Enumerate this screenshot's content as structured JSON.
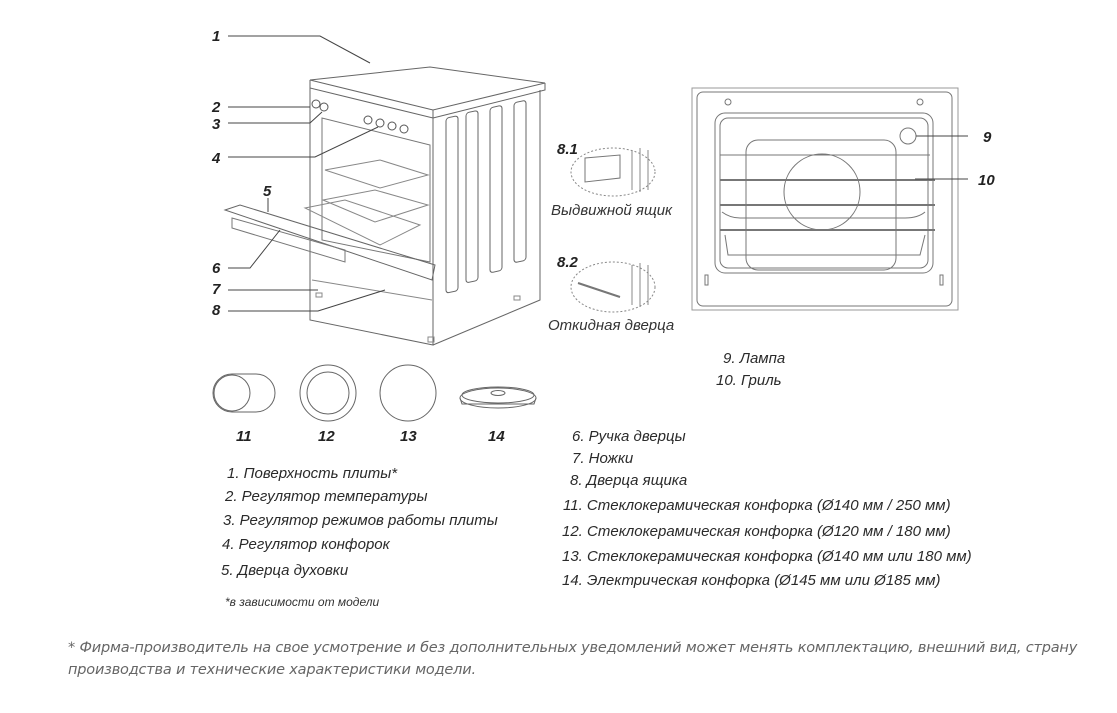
{
  "callouts": {
    "c1": "1",
    "c2": "2",
    "c3": "3",
    "c4": "4",
    "c5": "5",
    "c6": "6",
    "c7": "7",
    "c8": "8",
    "c81": "8.1",
    "c82": "8.2",
    "c9": "9",
    "c10": "10"
  },
  "insets": {
    "drawer_caption": "Выдвижной ящик",
    "hinged_door_caption": "Откидная дверца"
  },
  "oven_legend": [
    "9.  Лампа",
    "10.  Гриль"
  ],
  "burner_labels": [
    "11",
    "12",
    "13",
    "14"
  ],
  "legend_left": [
    "1. Поверхность плиты*",
    "2. Регулятор  температуры",
    "3. Регулятор режимов работы плиты",
    "4. Регулятор конфорок",
    "5. Дверца духовки"
  ],
  "legend_note": "*в зависимости от модели",
  "legend_right": [
    "6. Ручка дверцы",
    "7. Ножки",
    "8. Дверца ящика",
    "11.  Стеклокерамическая конфорка (Ø140 мм / 250 мм)",
    "12.  Стеклокерамическая конфорка (Ø120 мм / 180 мм)",
    "13.  Стеклокерамическая конфорка (Ø140 мм или 180 мм)",
    "14.  Электрическая конфорка (Ø145 мм или Ø185 мм)"
  ],
  "footnote": "* Фирма-производитель на свое усмотрение и без дополнительных уведомлений может менять комплектацию, внешний вид, страну производства и технические характеристики модели."
}
